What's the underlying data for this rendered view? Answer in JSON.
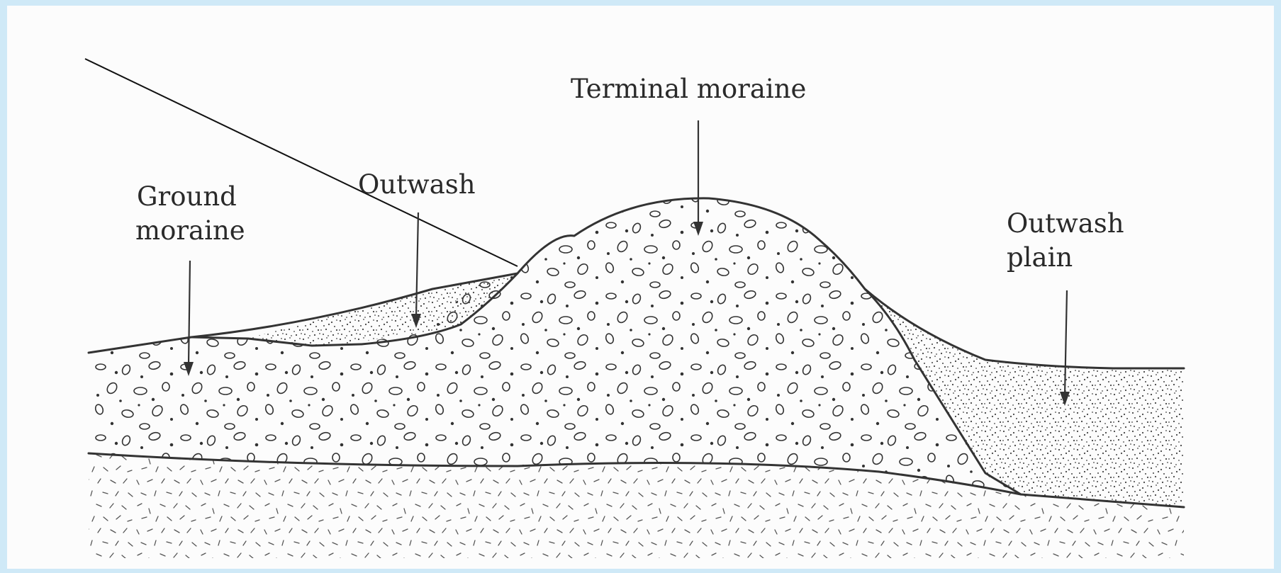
{
  "labels": {
    "terminal_moraine": "Terminal moraine",
    "outwash": "Outwash",
    "ground_moraine_line1": "Ground",
    "ground_moraine_line2": "moraine",
    "outwash_plain_line1": "Outwash",
    "outwash_plain_line2": "plain"
  },
  "colors": {
    "background_border": "#cfe9f7",
    "paper": "#fcfcfc",
    "ink": "#333333"
  }
}
